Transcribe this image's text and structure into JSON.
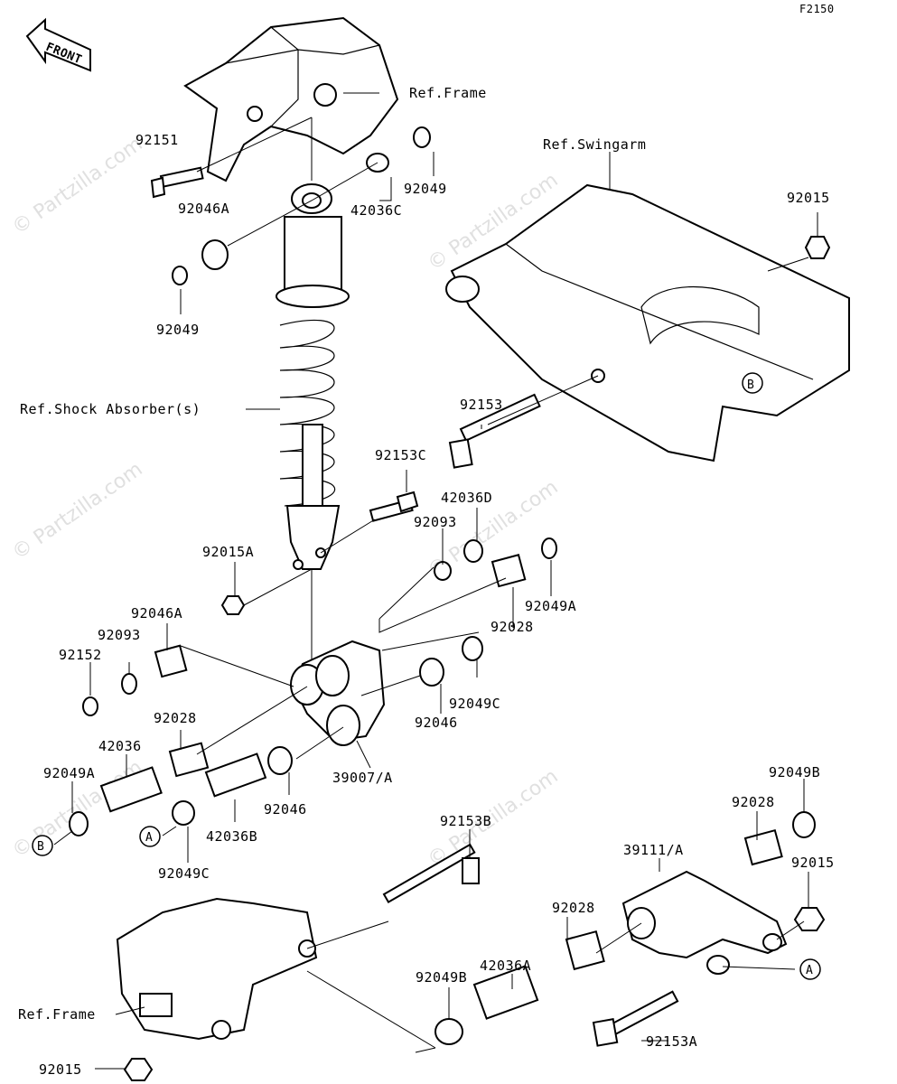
{
  "diagram_code": "F2150",
  "front_label": "FRONT",
  "refs": {
    "frame_top": "Ref.Frame",
    "swingarm": "Ref.Swingarm",
    "shock": "Ref.Shock Absorber(s)",
    "frame_bottom": "Ref.Frame"
  },
  "parts": {
    "p92151": "92151",
    "p92046A_top": "92046A",
    "p92049_top": "92049",
    "p42036C": "42036C",
    "p92049_right": "92049",
    "p92015_top": "92015",
    "p92153": "92153",
    "p92153C": "92153C",
    "p42036D": "42036D",
    "p92093_mid": "92093",
    "p92015A": "92015A",
    "p92049A_right": "92049A",
    "p92028_right": "92028",
    "p92046A_left": "92046A",
    "p92093_left": "92093",
    "p92152": "92152",
    "p92049C_right": "92049C",
    "p92046_right": "92046",
    "p92028_left": "92028",
    "p42036": "42036",
    "p39007A": "39007/A",
    "p92049A_left": "92049A",
    "p92046_left": "92046",
    "p42036B": "42036B",
    "p92049C_left": "92049C",
    "p92153B": "92153B",
    "p92049B_right": "92049B",
    "p92028_link": "92028",
    "p39111A": "39111/A",
    "p92015_link": "92015",
    "p92028_bottom": "92028",
    "p42036A": "42036A",
    "p92049B_bottom": "92049B",
    "p92153A": "92153A",
    "p92015_bottom": "92015"
  },
  "callouts": {
    "A": "A",
    "B": "B"
  },
  "watermark": "© Partzilla.com"
}
